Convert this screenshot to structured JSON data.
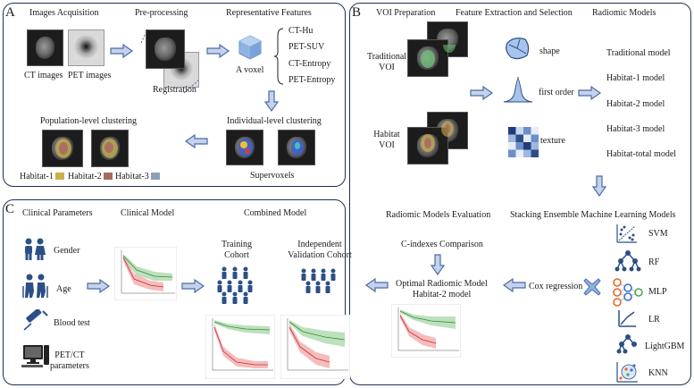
{
  "panels": {
    "a": {
      "label": "A",
      "images_acquisition": "Images Acquisition",
      "ct_images": "CT images",
      "pet_images": "PET images",
      "preprocessing": "Pre-processing",
      "registration": "Registration",
      "representative_features": "Representative Features",
      "a_voxel": "A voxel",
      "features": [
        "CT-Hu",
        "PET-SUV",
        "CT-Entropy",
        "PET-Entropy"
      ],
      "individual_clustering": "Individual-level clustering",
      "supervoxels": "Supervoxels",
      "population_clustering": "Population-level clustering",
      "habitats": [
        {
          "label": "Habitat-1",
          "color": "#c8b24a"
        },
        {
          "label": "Habitat-2",
          "color": "#a86a60"
        },
        {
          "label": "Habitat-3",
          "color": "#8f9fb8"
        }
      ]
    },
    "b": {
      "label": "B",
      "voi_preparation": "VOI Preparation",
      "traditional_voi": "Traditional\nVOI",
      "habitat_voi": "Habitat\nVOI",
      "feature_extraction": "Feature Extraction and Selection",
      "shape": "shape",
      "first_order": "first order",
      "texture": "texture",
      "radiomic_models": "Radiomic Models",
      "models": [
        "Traditional model",
        "Habitat-1 model",
        "Habitat-2 model",
        "Habitat-3 model",
        "Habitat-total model"
      ],
      "stacking": "Stacking Ensemble Machine Learning Models",
      "ml_models": [
        {
          "label": "SVM",
          "icon": "svm-scatter-icon"
        },
        {
          "label": "RF",
          "icon": "random-forest-icon"
        },
        {
          "label": "MLP",
          "icon": "neural-network-icon"
        },
        {
          "label": "LR",
          "icon": "regression-icon"
        },
        {
          "label": "LightGBM",
          "icon": "tree-icon"
        },
        {
          "label": "KNN",
          "icon": "knn-icon"
        }
      ],
      "cox_regression": "Cox regression",
      "evaluation": "Radiomic Models Evaluation",
      "cindex": "C-indexes Comparison",
      "optimal": "Optimal Radiomic Model",
      "optimal_sub": "Habitat-2 model"
    },
    "c": {
      "label": "C",
      "clinical_parameters": "Clinical Parameters",
      "params": [
        "Gender",
        "Age",
        "Blood test",
        "PET/CT\nparameters"
      ],
      "clinical_model": "Clinical Model",
      "combined_model": "Combined Model",
      "training": "Training\nCohort",
      "validation": "Independent\nValidation Cohort"
    }
  },
  "colors": {
    "border": "#1e2f55",
    "arrow_fill": "#c5d3ea",
    "arrow_stroke": "#4a6aa8",
    "icon": "#2c4f86",
    "green_band": "#9fd49f",
    "red_band": "#f2a0a0"
  }
}
